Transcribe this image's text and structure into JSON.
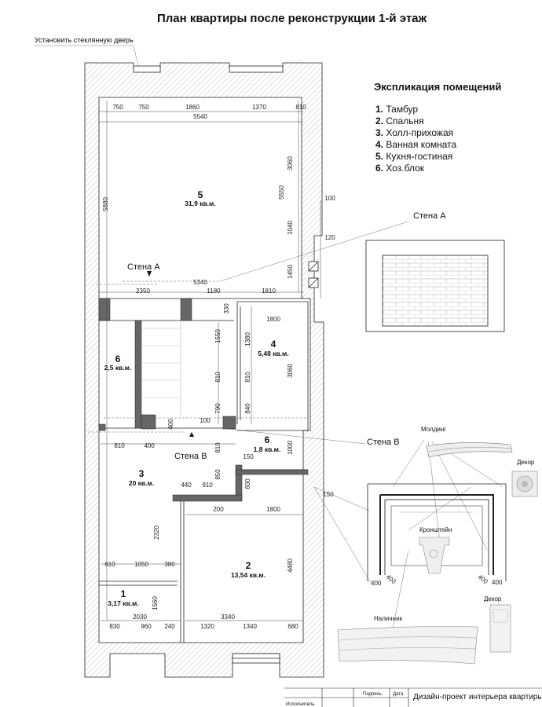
{
  "title": "План квартиры после реконструкции 1-й этаж",
  "note": "Установить стеклянную дверь",
  "legend": {
    "title": "Экспликация помещений",
    "items": [
      {
        "num": "1.",
        "name": "Тамбур"
      },
      {
        "num": "2.",
        "name": "Спальня"
      },
      {
        "num": "3.",
        "name": "Холл-прихожая"
      },
      {
        "num": "4.",
        "name": "Ванная комната"
      },
      {
        "num": "5.",
        "name": "Кухня-гостиная"
      },
      {
        "num": "6.",
        "name": "Хоз.блок"
      }
    ]
  },
  "rooms": [
    {
      "num": "5",
      "area": "31,9 кв.м."
    },
    {
      "num": "4",
      "area": "5,48 кв.м."
    },
    {
      "num": "6",
      "area": "2,5 кв.м."
    },
    {
      "num": "6",
      "area": "1,8 кв.м."
    },
    {
      "num": "3",
      "area": "20 кв.м."
    },
    {
      "num": "2",
      "area": "13,54 кв.м."
    },
    {
      "num": "1",
      "area": "3,17 кв.м."
    }
  ],
  "dims": {
    "d750a": "750",
    "d750b": "750",
    "d1860": "1860",
    "d1370": "1370",
    "d810top": "810",
    "d5540": "5540",
    "d5880": "5880",
    "d3060top": "3060",
    "d5550": "5550",
    "d100top": "100",
    "d1040": "1040",
    "d120": "120",
    "d1450": "1450",
    "d5340": "5340",
    "d2350": "2350",
    "d1180": "1180",
    "d1810": "1810",
    "d330": "330",
    "d1800a": "1800",
    "d1550": "1550",
    "d1380": "1380",
    "d3060b": "3060",
    "d810a": "810",
    "d810b": "810",
    "d790": "790",
    "d840": "840",
    "d400v": "400",
    "d100mid": "100",
    "d810h": "810",
    "d400h": "400",
    "d810c": "810",
    "d1000": "1000",
    "d150a": "150",
    "d850": "850",
    "d600": "600",
    "d440": "440",
    "d910": "910",
    "d200": "200",
    "d1800b": "1800",
    "d2320": "2320",
    "d4480": "4480",
    "d610": "610",
    "d1050": "1050",
    "d380": "380",
    "d2030": "2030",
    "d1560": "1560",
    "d3340": "3340",
    "d830": "830",
    "d960": "960",
    "d240": "240",
    "d1320": "1320",
    "d1340": "1340",
    "d680": "680",
    "d150b": "150"
  },
  "wall_labels": {
    "a": "Стена А",
    "b": "Стена В"
  },
  "elevation_labels": {
    "wall_a": "Стена А",
    "wall_b": "Стена В",
    "molding": "Молдинг",
    "decor1": "Декор",
    "bracket": "Кронштейн",
    "decor2": "Декор",
    "architrave": "Наличник",
    "d400a": "400",
    "d400b": "400",
    "d400c": "400",
    "d400d": "400"
  },
  "stamp": {
    "sign": "Подпись",
    "date": "Дата",
    "performer": "Исполнитель",
    "project": "Дизайн-проект интерьера квартиры"
  }
}
